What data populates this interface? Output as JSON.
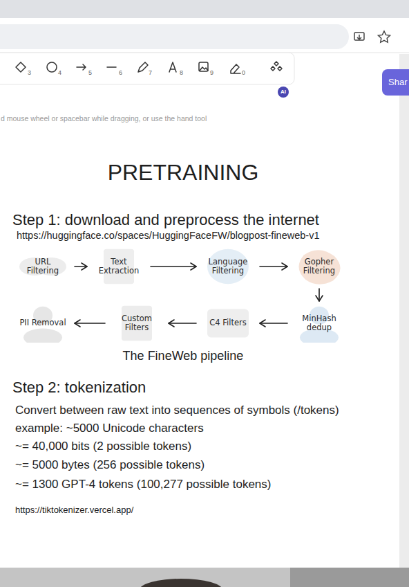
{
  "diagram": {
    "title": "PRETRAINING",
    "nodes": [
      {
        "text": [
          "URL Filtering"
        ]
      },
      {
        "text": [
          "Text Extraction"
        ]
      },
      {
        "text": [
          "Language Filtering"
        ]
      },
      {
        "text": [
          "Gopher Filtering"
        ]
      },
      {
        "text": [
          "MinHash dedup"
        ]
      },
      {
        "text": [
          "C4 Filters"
        ]
      },
      {
        "text": [
          "Custom Filters"
        ]
      },
      {
        "text": [
          "PII Removal"
        ]
      }
    ],
    "edges": [
      {
        "from": 0,
        "to": 1,
        "arrow": "to"
      },
      {
        "from": 1,
        "to": 2,
        "arrow": "to"
      },
      {
        "from": 2,
        "to": 3,
        "arrow": "to"
      },
      {
        "from": 3,
        "to": 4,
        "arrow": "to"
      },
      {
        "from": 4,
        "to": 5,
        "arrow": "to"
      },
      {
        "from": 5,
        "to": 6,
        "arrow": "to"
      },
      {
        "from": 6,
        "to": 7,
        "arrow": "to"
      }
    ],
    "labels": [
      "3",
      "4",
      "5",
      "6",
      "7",
      "8",
      "9",
      "0",
      "AI",
      "Shar",
      "d mouse wheel or spacebar while dragging, or use the hand tool",
      "Step 1: download and preprocess the internet",
      "https://huggingface.co/spaces/HuggingFaceFW/blogpost-fineweb-v1",
      "The FineWeb pipeline",
      "Step 2: tokenization",
      "Convert between raw text into sequences of symbols (/tokens)",
      "example: ~5000 Unicode characters",
      "~= 40,000 bits (2 possible tokens)",
      "~= 5000 bytes (256 possible tokens)",
      "~= 1300 GPT-4 tokens (100,277 possible tokens)",
      "https://tiktokenizer.vercel.app/"
    ]
  }
}
